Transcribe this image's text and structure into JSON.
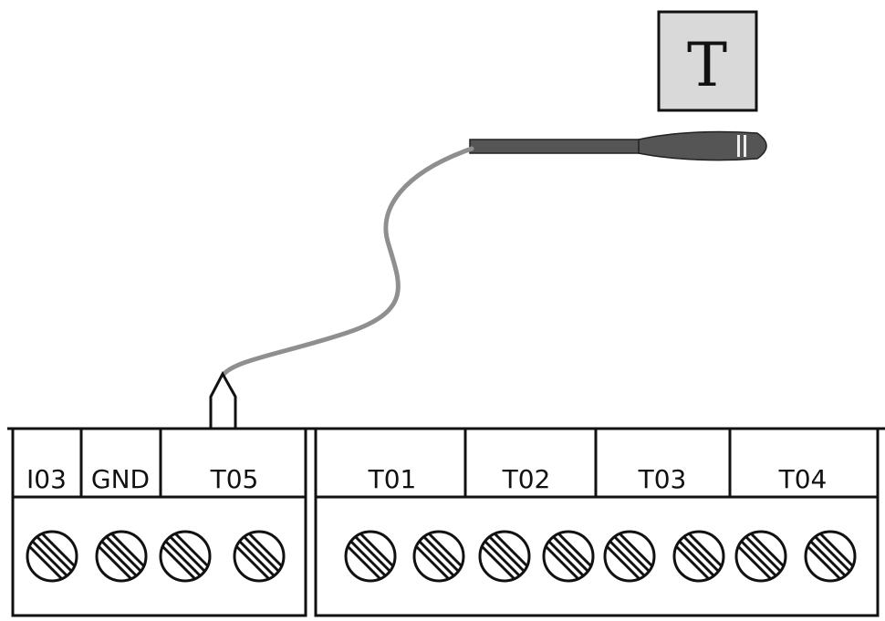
{
  "sensor_box": {
    "label": "T",
    "fill": "#d9d9d9"
  },
  "left_block": {
    "labels": [
      "I03",
      "GND",
      "T05"
    ]
  },
  "right_block": {
    "labels": [
      "T01",
      "T02",
      "T03",
      "T04"
    ]
  },
  "colors": {
    "line": "#111111",
    "probe": "#555555",
    "wire": "#8f8f8f"
  }
}
